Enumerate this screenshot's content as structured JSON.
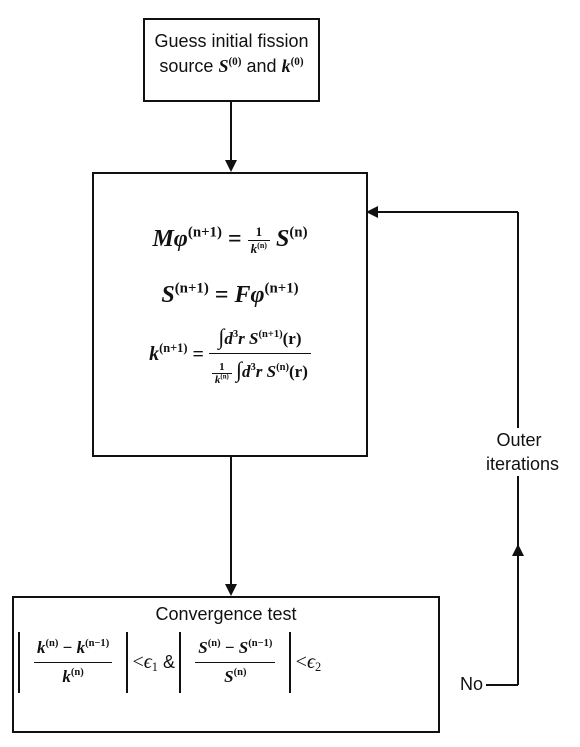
{
  "start_box": {
    "line1": "Guess initial fission",
    "line2_text": "source",
    "s0_base": "S",
    "s0_sup": "(0)",
    "and_text": "and",
    "k0_base": "k",
    "k0_sup": "(0)"
  },
  "iteration_box": {
    "eq1": {
      "lhs": "Mφ",
      "lhs_sup": "(n+1)",
      "eq": "=",
      "frac_num": "1",
      "frac_den": "k",
      "frac_den_sup": "(n)",
      "rhs": "S",
      "rhs_sup": "(n)"
    },
    "eq2": {
      "lhs": "S",
      "lhs_sup": "(n+1)",
      "eq": "=",
      "rhs": "Fφ",
      "rhs_sup": "(n+1)"
    },
    "eq3": {
      "lhs": "k",
      "lhs_sup": "(n+1)",
      "eq": "=",
      "num_int": "∫",
      "num_d": "d",
      "num_d_sup": "3",
      "num_r": "r",
      "num_S": "S",
      "num_S_sup": "(n+1)",
      "num_arg": "(r)",
      "den_one": "1",
      "den_k": "k",
      "den_k_sup": "(n)",
      "den_int": "∫",
      "den_d": "d",
      "den_d_sup": "3",
      "den_r": "r",
      "den_S": "S",
      "den_S_sup": "(n)",
      "den_arg": "(r)"
    }
  },
  "convergence_box": {
    "title": "Convergence test",
    "frac1_num_k1": "k",
    "frac1_num_k1_sup": "(n)",
    "frac1_minus": "−",
    "frac1_num_k2": "k",
    "frac1_num_k2_sup": "(n−1)",
    "frac1_den": "k",
    "frac1_den_sup": "(n)",
    "lt1": "<",
    "eps1": "ϵ",
    "eps1_sub": "1",
    "amp": "&",
    "frac2_num_s1": "S",
    "frac2_num_s1_sup": "(n)",
    "frac2_minus": "−",
    "frac2_num_s2": "S",
    "frac2_num_s2_sup": "(n−1)",
    "frac2_den": "S",
    "frac2_den_sup": "(n)",
    "lt2": "<",
    "eps2": "ϵ",
    "eps2_sub": "2"
  },
  "loop_labels": {
    "no": "No",
    "outer_line1": "Outer",
    "outer_line2": "iterations"
  }
}
